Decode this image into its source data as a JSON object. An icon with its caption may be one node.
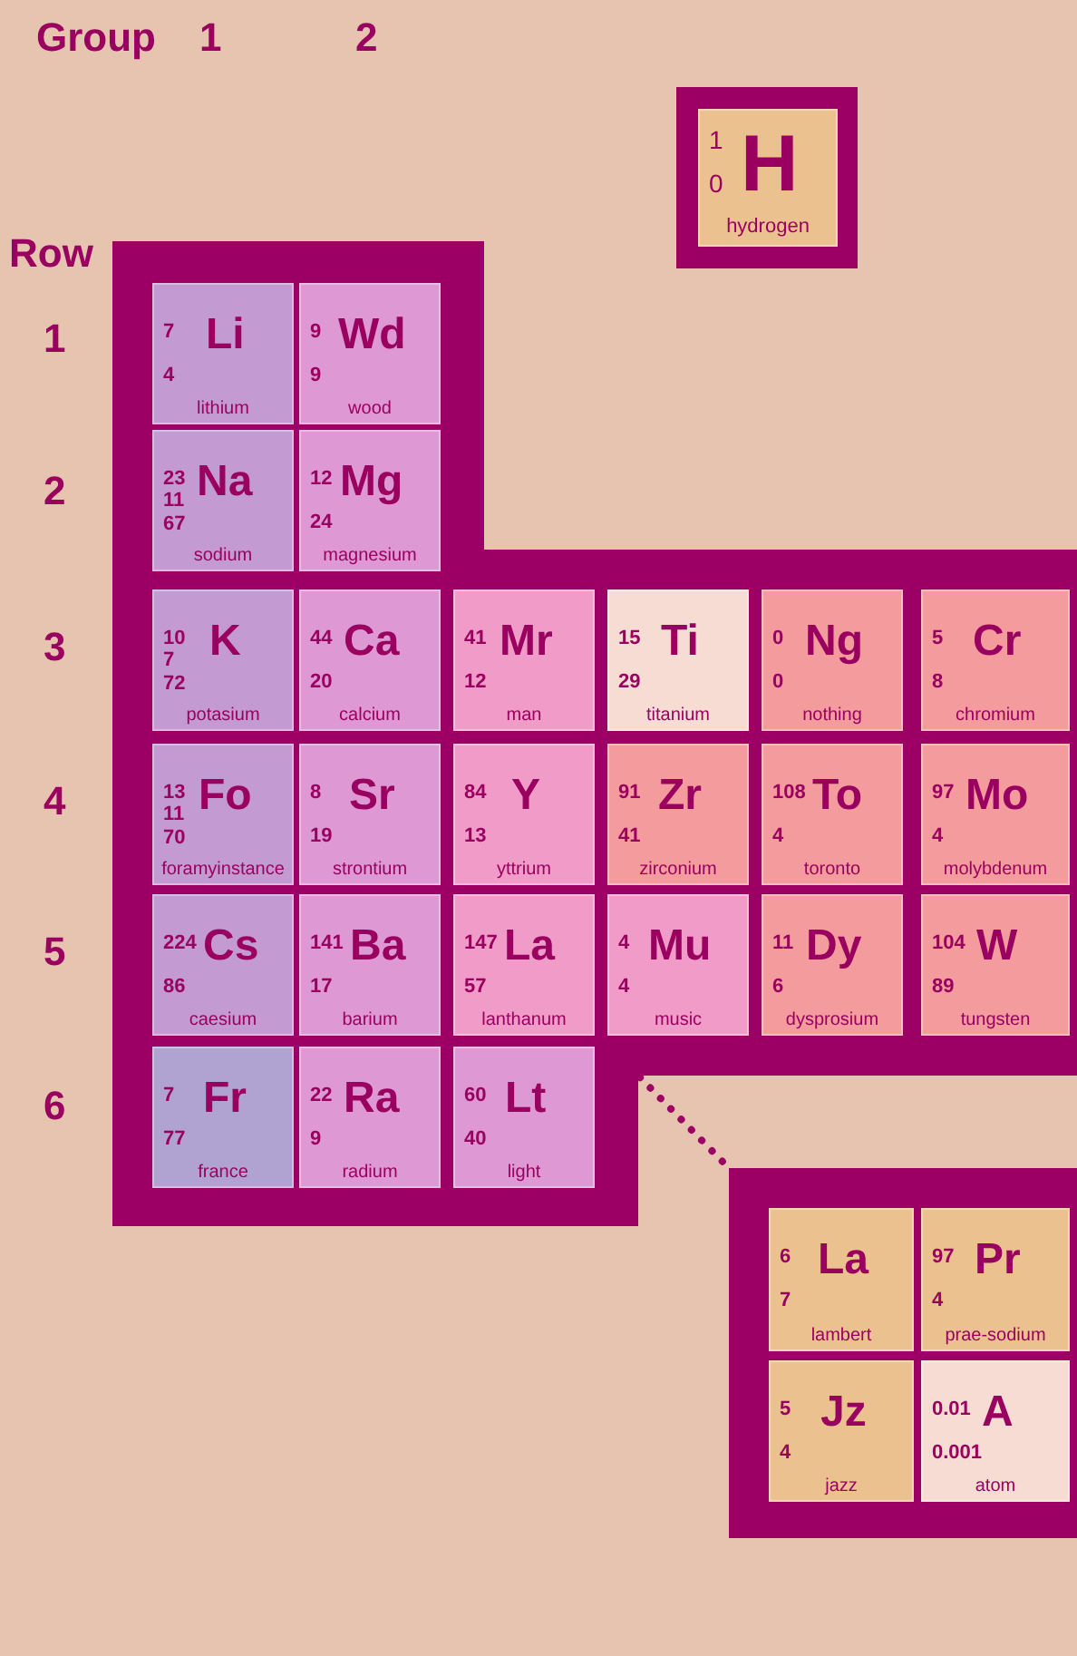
{
  "diagram": {
    "nodes": [
      {
        "text": [],
        "shape": "box"
      },
      {
        "text": [
          "1",
          "H",
          "0",
          "hydrogen"
        ],
        "in": 0
      },
      {
        "text": [],
        "shape": "box"
      },
      {
        "text": [
          "7",
          "Li",
          "4",
          "lithium"
        ],
        "in": 2
      },
      {
        "text": [
          "9",
          "Wd",
          "9",
          "wood"
        ],
        "in": 2
      },
      {
        "text": [
          "23",
          "11",
          "Na",
          "67",
          "sodium"
        ],
        "in": 2
      },
      {
        "text": [
          "12",
          "Mg",
          "24",
          "magnesium"
        ],
        "in": 2
      },
      {
        "text": [
          "10",
          "7",
          "K",
          "72",
          "potasium"
        ],
        "in": 2
      },
      {
        "text": [
          "44",
          "Ca",
          "20",
          "calcium"
        ],
        "in": 2
      },
      {
        "text": [
          "41",
          "Mr",
          "12",
          "man"
        ],
        "in": 2
      },
      {
        "text": [
          "15",
          "Ti",
          "29",
          "titanium"
        ],
        "in": 2
      },
      {
        "text": [
          "0",
          "Ng",
          "0",
          "nothing"
        ],
        "in": 2
      },
      {
        "text": [
          "5",
          "Cr",
          "8",
          "chromium"
        ],
        "in": 2
      },
      {
        "text": [
          "13",
          "11",
          "Fo",
          "70",
          "foramyinstance"
        ],
        "in": 2
      },
      {
        "text": [
          "8",
          "Sr",
          "19",
          "strontium"
        ],
        "in": 2
      },
      {
        "text": [
          "84",
          "Y",
          "13",
          "yttrium"
        ],
        "in": 2
      },
      {
        "text": [
          "91",
          "Zr",
          "41",
          "zirconium"
        ],
        "in": 2
      },
      {
        "text": [
          "108",
          "To",
          "4",
          "toronto"
        ],
        "in": 2
      },
      {
        "text": [
          "97",
          "Mo",
          "4",
          "molybdenum"
        ],
        "in": 2
      },
      {
        "text": [
          "224",
          "Cs",
          "86",
          "caesium"
        ],
        "in": 2
      },
      {
        "text": [
          "141",
          "Ba",
          "17",
          "barium"
        ],
        "in": 2
      },
      {
        "text": [
          "147",
          "La",
          "57",
          "lanthanum"
        ],
        "in": 2
      },
      {
        "text": [
          "4",
          "Mu",
          "4",
          "music"
        ],
        "in": 2
      },
      {
        "text": [
          "11",
          "Dy",
          "6",
          "dysprosium"
        ],
        "in": 2
      },
      {
        "text": [
          "104",
          "W",
          "89",
          "tungsten"
        ],
        "in": 2
      },
      {
        "text": [
          "7",
          "Fr",
          "77",
          "france"
        ],
        "in": 2
      },
      {
        "text": [
          "22",
          "Ra",
          "9",
          "radium"
        ],
        "in": 2
      },
      {
        "text": [
          "60",
          "Lt",
          "40",
          "light"
        ],
        "in": 2
      },
      {
        "text": [],
        "shape": "box"
      },
      {
        "text": [
          "6",
          "La",
          "7",
          "lambert"
        ],
        "in": 28
      },
      {
        "text": [
          "97",
          "Pr",
          "4",
          "prae-sodium"
        ],
        "in": 28
      },
      {
        "text": [
          "5",
          "Jz",
          "4",
          "jazz"
        ],
        "in": 28
      },
      {
        "text": [
          "0.01",
          "A",
          "0.001",
          "atom"
        ],
        "in": 28
      }
    ],
    "edges": [
      {
        "from": 2,
        "to": 28,
        "arrow": "none",
        "style": "dashed"
      }
    ],
    "labels": [
      "Group",
      "1",
      "2",
      "Row",
      "1",
      "2",
      "3",
      "4",
      "5",
      "6"
    ]
  }
}
